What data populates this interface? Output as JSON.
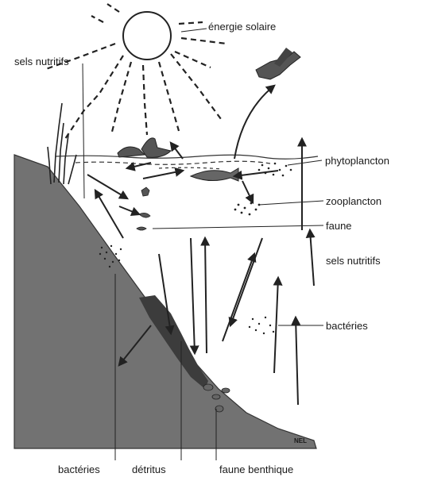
{
  "labels": {
    "energie_solaire": "énergie solaire",
    "sels_nutritifs_top": "sels nutritifs",
    "phytoplancton": "phytoplancton",
    "zooplancton": "zooplancton",
    "faune": "faune",
    "sels_nutritifs_right": "sels nutritifs",
    "bacteries_right": "bactéries",
    "bacteries_bottom": "bactéries",
    "detritus": "détritus",
    "faune_benthique": "faune benthique",
    "signature": "NEL"
  },
  "colors": {
    "ink": "#222222",
    "sediment": "#707070",
    "detritus": "#3c3c3c",
    "water_line": "#333333",
    "background": "#ffffff"
  }
}
